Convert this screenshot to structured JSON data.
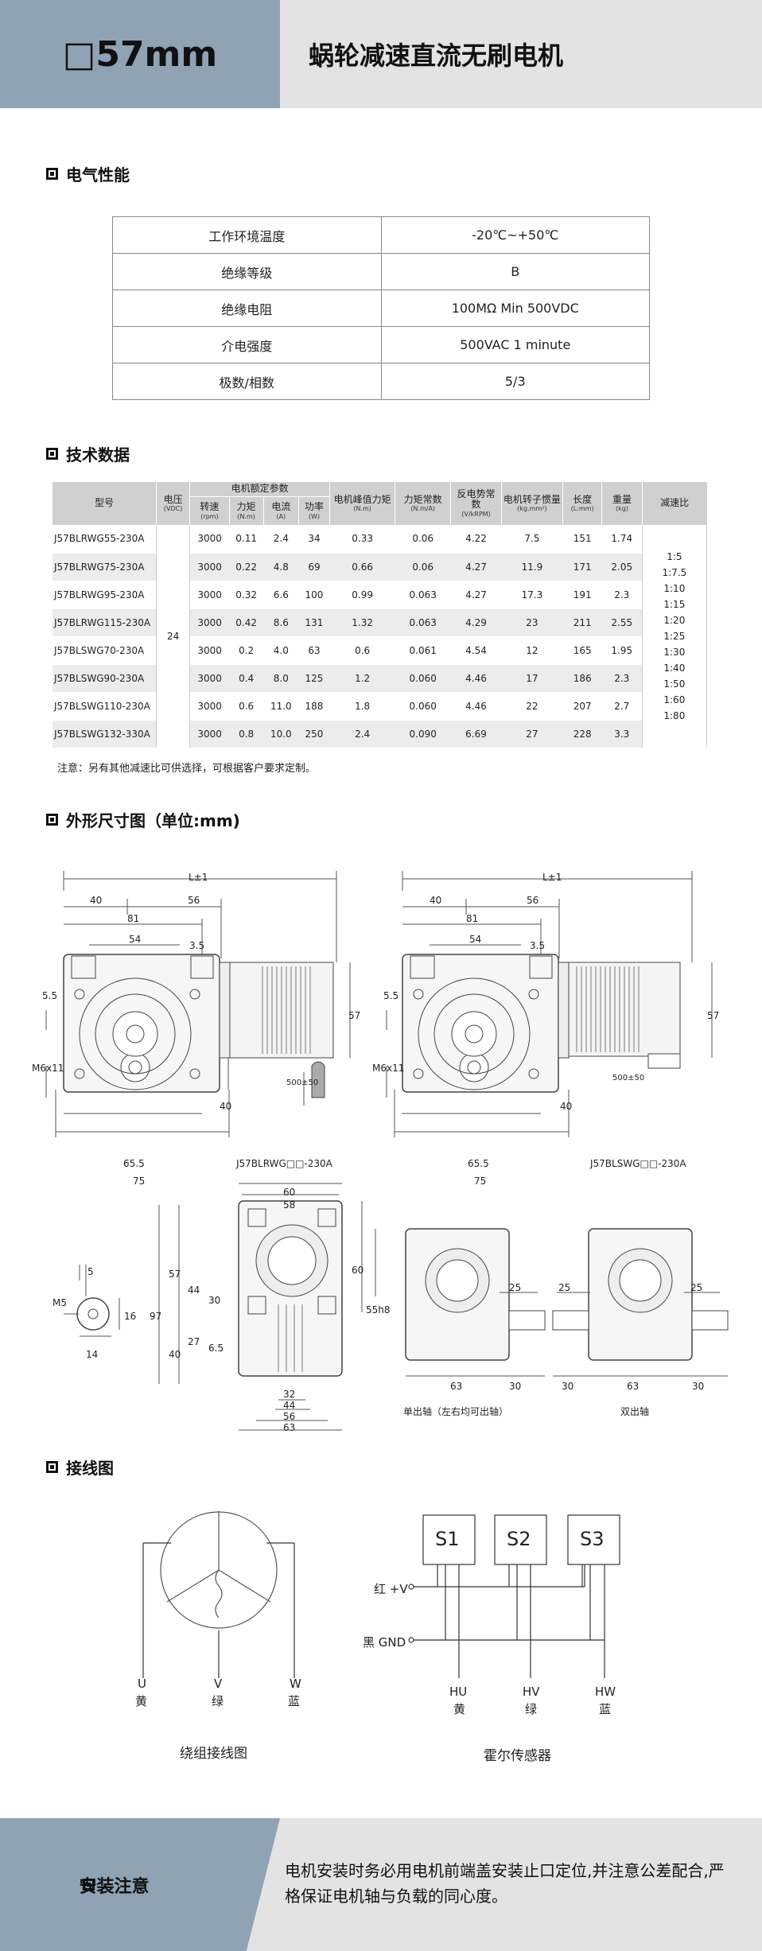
{
  "header": {
    "size_label": "□57mm",
    "title": "蜗轮减速直流无刷电机"
  },
  "electrical": {
    "title": "电气性能",
    "rows": [
      [
        "工作环境温度",
        "-20℃~+50℃"
      ],
      [
        "绝缘等级",
        "B"
      ],
      [
        "绝缘电阻",
        "100MΩ Min 500VDC"
      ],
      [
        "介电强度",
        "500VAC 1 minute"
      ],
      [
        "极数/相数",
        "5/3"
      ]
    ]
  },
  "tech": {
    "title": "技术数据",
    "headers": {
      "model": "型号",
      "voltage": "电压",
      "voltage_unit": "(VDC)",
      "rated_group": "电机额定参数",
      "speed": "转速",
      "speed_unit": "(rpm)",
      "torque": "力矩",
      "torque_unit": "(N.m)",
      "current": "电流",
      "current_unit": "(A)",
      "power": "功率",
      "power_unit": "(W)",
      "peak": "电机峰值力矩",
      "peak_unit": "(N.m)",
      "kt": "力矩常数",
      "kt_unit": "(N.m/A)",
      "ke": "反电势常数",
      "ke_unit": "(V/kRPM)",
      "inertia": "电机转子惯量",
      "inertia_unit": "(kg.mm²)",
      "length": "长度",
      "length_unit": "(L:mm)",
      "weight": "重量",
      "weight_unit": "(kg)",
      "ratio": "减速比"
    },
    "voltage_value": "24",
    "ratios": [
      "1:5",
      "1:7.5",
      "1:10",
      "1:15",
      "1:20",
      "1:25",
      "1:30",
      "1:40",
      "1:50",
      "1:60",
      "1:80"
    ],
    "rows": [
      [
        "J57BLRWG55-230A",
        "3000",
        "0.11",
        "2.4",
        "34",
        "0.33",
        "0.06",
        "4.22",
        "7.5",
        "151",
        "1.74"
      ],
      [
        "J57BLRWG75-230A",
        "3000",
        "0.22",
        "4.8",
        "69",
        "0.66",
        "0.06",
        "4.27",
        "11.9",
        "171",
        "2.05"
      ],
      [
        "J57BLRWG95-230A",
        "3000",
        "0.32",
        "6.6",
        "100",
        "0.99",
        "0.063",
        "4.27",
        "17.3",
        "191",
        "2.3"
      ],
      [
        "J57BLRWG115-230A",
        "3000",
        "0.42",
        "8.6",
        "131",
        "1.32",
        "0.063",
        "4.29",
        "23",
        "211",
        "2.55"
      ],
      [
        "J57BLSWG70-230A",
        "3000",
        "0.2",
        "4.0",
        "63",
        "0.6",
        "0.061",
        "4.54",
        "12",
        "165",
        "1.95"
      ],
      [
        "J57BLSWG90-230A",
        "3000",
        "0.4",
        "8.0",
        "125",
        "1.2",
        "0.060",
        "4.46",
        "17",
        "186",
        "2.3"
      ],
      [
        "J57BLSWG110-230A",
        "3000",
        "0.6",
        "11.0",
        "188",
        "1.8",
        "0.060",
        "4.46",
        "22",
        "207",
        "2.7"
      ],
      [
        "J57BLSWG132-330A",
        "3000",
        "0.8",
        "10.0",
        "250",
        "2.4",
        "0.090",
        "6.69",
        "27",
        "228",
        "3.3"
      ]
    ],
    "note": "注意：另有其他减速比可供选择，可根据客户要求定制。"
  },
  "dimensions": {
    "title": "外形尺寸图（单位:mm)",
    "drawing1_caption": "J57BLRWG□□-230A",
    "drawing2_caption": "J57BLSWG□□-230A",
    "dims": {
      "L": "L±1",
      "d40": "40",
      "d56": "56",
      "d81": "81",
      "d54": "54",
      "d3_5": "3.5",
      "d5_5": "5.5",
      "d57": "57",
      "m6": "M6x11",
      "d40v": "40",
      "d500": "500±50",
      "d65_5": "65.5",
      "d75": "75",
      "d5": "5",
      "m5": "M5",
      "d16": "16",
      "d14": "14",
      "d97": "97",
      "d44": "44",
      "d30": "30",
      "d27": "27",
      "d6_5": "6.5",
      "d60": "60",
      "d58": "58",
      "d55h8": "55h8",
      "d32": "32",
      "d56b": "56",
      "d63": "63",
      "d25": "25"
    },
    "single_caption": "单出轴（左右均可出轴）",
    "double_caption": "双出轴"
  },
  "wiring": {
    "title": "接线图",
    "coils": [
      {
        "terminal": "U",
        "color": "黄"
      },
      {
        "terminal": "V",
        "color": "绿"
      },
      {
        "terminal": "W",
        "color": "蓝"
      }
    ],
    "coil_caption": "绕组接线图",
    "sensors": [
      "S1",
      "S2",
      "S3"
    ],
    "power_red": "红 +V",
    "power_black": "黑 GND",
    "hall": [
      {
        "terminal": "HU",
        "color": "黄"
      },
      {
        "terminal": "HV",
        "color": "绿"
      },
      {
        "terminal": "HW",
        "color": "蓝"
      }
    ],
    "hall_caption": "霍尔传感器"
  },
  "footer": {
    "title": "安装注意",
    "text": "电机安装时务必用电机前端盖安装止口定位,并注意公差配合,严格保证电机轴与负载的同心度。"
  }
}
